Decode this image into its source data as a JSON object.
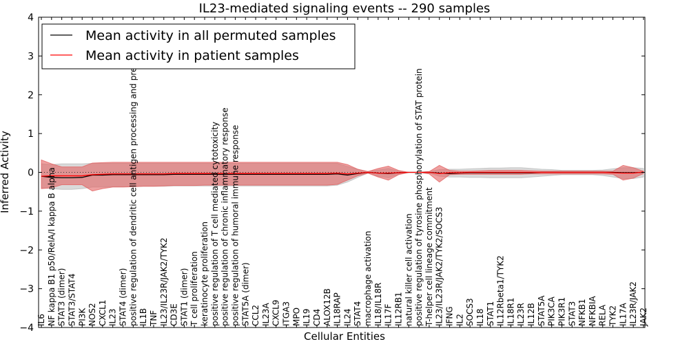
{
  "chart_data": {
    "type": "line",
    "title": "IL23-mediated signaling events -- 290 samples",
    "xlabel": "Cellular Entities",
    "ylabel": "Inferred Activity",
    "ylim": [
      -4,
      4
    ],
    "yticks": [
      -4,
      -3,
      -2,
      -1,
      0,
      1,
      2,
      3,
      4
    ],
    "grid": false,
    "legend_position": "top-left",
    "categories": [
      "IL6",
      "NF kappa B1 p50/RelA/I kappa B alpha",
      "STAT3 (dimer)",
      "STAT3/STAT4",
      "PI3K",
      "NOS2",
      "CXCL1",
      "IL23",
      "STAT4 (dimer)",
      "positive regulation of dendritic cell antigen processing and presentation",
      "IL1B",
      "TNF",
      "IL23/IL23R/JAK2/TYK2",
      "CD3E",
      "STAT1 (dimer)",
      "T cell proliferation",
      "keratinocyte proliferation",
      "positive regulation of T cell mediated cytotoxicity",
      "positive regulation of chronic inflammatory response",
      "positive regulation of humoral immune response",
      "STAT5A (dimer)",
      "CCL2",
      "IL23A",
      "CXCL9",
      "ITGA3",
      "MPO",
      "IL19",
      "CD4",
      "ALOX12B",
      "IL18RAP",
      "IL24",
      "STAT4",
      "macrophage activation",
      "IL18/IL18R",
      "IL17F",
      "IL12RB1",
      "natural killer cell activation",
      "positive regulation of tyrosine phosphorylation of STAT protein",
      "T-helper cell lineage commitment",
      "IL23/IL23R/JAK2/TYK2/SOCS3",
      "IFNG",
      "IL2",
      "SOCS3",
      "IL18",
      "STAT1",
      "IL12Rbeta1/TYK2",
      "IL18R1",
      "IL23R",
      "IL12B",
      "STAT5A",
      "PIK3CA",
      "PIK3R1",
      "STAT3",
      "NFKB1",
      "NFKBIA",
      "RELA",
      "TYK2",
      "IL17A",
      "IL23R/JAK2",
      "JAK2"
    ],
    "series": [
      {
        "name": "Mean activity in all permuted samples",
        "color": "#000000",
        "values": [
          -0.1,
          -0.13,
          -0.14,
          -0.14,
          -0.13,
          -0.07,
          -0.07,
          -0.06,
          -0.06,
          -0.06,
          -0.06,
          -0.06,
          -0.06,
          -0.05,
          -0.05,
          -0.05,
          -0.05,
          -0.05,
          -0.05,
          -0.05,
          -0.05,
          -0.05,
          -0.05,
          -0.05,
          -0.05,
          -0.05,
          -0.05,
          -0.05,
          -0.05,
          -0.04,
          -0.07,
          -0.03,
          0.0,
          -0.02,
          -0.03,
          -0.01,
          0.0,
          0.0,
          0.0,
          -0.02,
          -0.03,
          -0.02,
          -0.01,
          -0.01,
          -0.01,
          -0.01,
          -0.01,
          -0.01,
          -0.01,
          0.0,
          0.0,
          0.0,
          0.0,
          0.0,
          0.0,
          0.0,
          0.0,
          -0.01,
          -0.01,
          0.0
        ],
        "band": {
          "color": "#bbbbbb",
          "upper": [
            0.22,
            0.2,
            0.22,
            0.22,
            0.22,
            0.23,
            0.23,
            0.23,
            0.23,
            0.23,
            0.23,
            0.23,
            0.23,
            0.23,
            0.23,
            0.23,
            0.23,
            0.23,
            0.23,
            0.23,
            0.23,
            0.23,
            0.23,
            0.23,
            0.23,
            0.23,
            0.23,
            0.23,
            0.23,
            0.23,
            0.15,
            0.08,
            0.02,
            0.06,
            0.1,
            0.03,
            0.0,
            0.0,
            0.02,
            0.07,
            0.08,
            0.08,
            0.09,
            0.1,
            0.11,
            0.11,
            0.12,
            0.12,
            0.1,
            0.08,
            0.07,
            0.05,
            0.05,
            0.05,
            0.05,
            0.06,
            0.09,
            0.12,
            0.12,
            0.1
          ],
          "lower": [
            -0.4,
            -0.42,
            -0.44,
            -0.44,
            -0.42,
            -0.38,
            -0.38,
            -0.37,
            -0.37,
            -0.37,
            -0.36,
            -0.36,
            -0.36,
            -0.35,
            -0.35,
            -0.35,
            -0.35,
            -0.35,
            -0.35,
            -0.35,
            -0.35,
            -0.35,
            -0.35,
            -0.35,
            -0.35,
            -0.35,
            -0.35,
            -0.35,
            -0.35,
            -0.33,
            -0.25,
            -0.13,
            -0.02,
            -0.1,
            -0.14,
            -0.05,
            0.0,
            0.0,
            -0.02,
            -0.1,
            -0.12,
            -0.12,
            -0.13,
            -0.13,
            -0.14,
            -0.14,
            -0.14,
            -0.14,
            -0.12,
            -0.1,
            -0.08,
            -0.06,
            -0.06,
            -0.06,
            -0.06,
            -0.08,
            -0.12,
            -0.16,
            -0.16,
            -0.12
          ]
        }
      },
      {
        "name": "Mean activity in patient samples",
        "color": "#ff0000",
        "values": [
          -0.1,
          -0.09,
          -0.09,
          -0.09,
          -0.09,
          -0.06,
          -0.05,
          -0.04,
          -0.04,
          -0.04,
          -0.04,
          -0.04,
          -0.04,
          -0.03,
          -0.03,
          -0.03,
          -0.03,
          -0.03,
          -0.03,
          -0.03,
          -0.03,
          -0.03,
          -0.03,
          -0.03,
          -0.03,
          -0.03,
          -0.03,
          -0.03,
          -0.03,
          -0.02,
          -0.04,
          -0.02,
          0.0,
          -0.02,
          -0.02,
          -0.01,
          0.0,
          0.0,
          0.0,
          -0.03,
          -0.01,
          -0.01,
          0.0,
          0.0,
          0.0,
          0.0,
          0.0,
          0.0,
          0.0,
          0.0,
          0.0,
          0.0,
          0.0,
          0.0,
          0.0,
          0.0,
          -0.01,
          -0.02,
          -0.02,
          0.01
        ],
        "band": {
          "color": "#e26363",
          "upper": [
            0.32,
            0.22,
            0.14,
            0.14,
            0.14,
            0.24,
            0.25,
            0.26,
            0.26,
            0.26,
            0.26,
            0.26,
            0.26,
            0.26,
            0.26,
            0.26,
            0.26,
            0.26,
            0.26,
            0.26,
            0.26,
            0.26,
            0.26,
            0.26,
            0.26,
            0.26,
            0.26,
            0.26,
            0.26,
            0.26,
            0.2,
            0.08,
            0.02,
            0.1,
            0.16,
            0.05,
            0.0,
            0.0,
            0.02,
            0.18,
            0.05,
            0.03,
            0.03,
            0.04,
            0.05,
            0.05,
            0.05,
            0.05,
            0.04,
            0.03,
            0.03,
            0.03,
            0.03,
            0.03,
            0.03,
            0.03,
            0.03,
            0.18,
            0.12,
            0.03
          ],
          "lower": [
            -0.42,
            -0.4,
            -0.32,
            -0.32,
            -0.32,
            -0.48,
            -0.42,
            -0.38,
            -0.38,
            -0.37,
            -0.36,
            -0.36,
            -0.35,
            -0.34,
            -0.34,
            -0.34,
            -0.33,
            -0.33,
            -0.33,
            -0.33,
            -0.33,
            -0.33,
            -0.33,
            -0.33,
            -0.33,
            -0.33,
            -0.33,
            -0.33,
            -0.33,
            -0.31,
            -0.2,
            -0.09,
            -0.02,
            -0.12,
            -0.2,
            -0.06,
            0.0,
            0.0,
            -0.04,
            -0.25,
            -0.06,
            -0.05,
            -0.05,
            -0.05,
            -0.05,
            -0.05,
            -0.05,
            -0.05,
            -0.04,
            -0.04,
            -0.04,
            -0.04,
            -0.04,
            -0.04,
            -0.04,
            -0.04,
            -0.05,
            -0.2,
            -0.15,
            -0.03
          ]
        }
      }
    ]
  }
}
